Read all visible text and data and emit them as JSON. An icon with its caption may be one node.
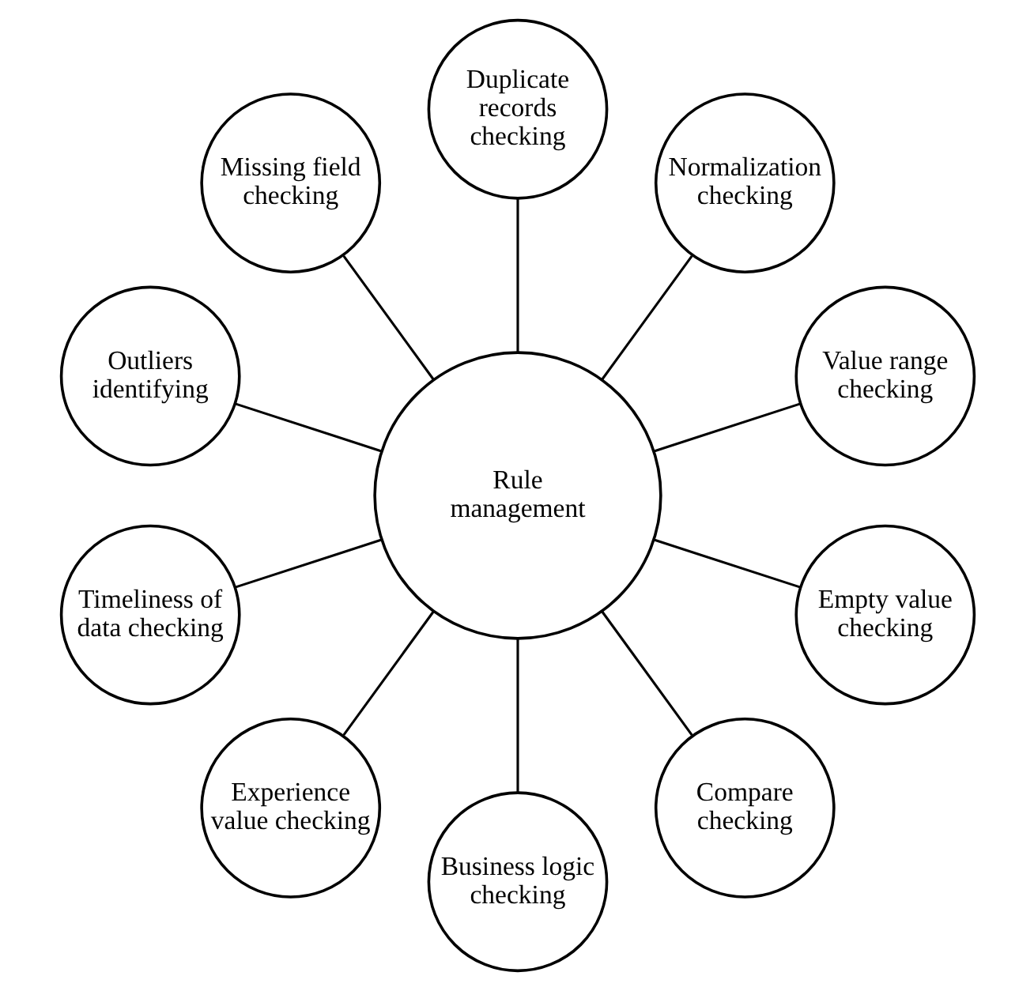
{
  "diagram": {
    "nodes": [
      {
        "text": [
          "Rule management"
        ]
      },
      {
        "text": [
          "Value range checking"
        ]
      },
      {
        "text": [
          "Normalization checking"
        ]
      },
      {
        "text": [
          "Duplicate records checking"
        ]
      },
      {
        "text": [
          "Missing field checking"
        ]
      },
      {
        "text": [
          "Outliers identifying"
        ]
      },
      {
        "text": [
          "Timeliness of data checking"
        ]
      },
      {
        "text": [
          "Experience value checking"
        ]
      },
      {
        "text": [
          "Business logic checking"
        ]
      },
      {
        "text": [
          "Compare checking"
        ]
      },
      {
        "text": [
          "Empty value checking"
        ]
      }
    ],
    "edges": [
      {
        "from": 0,
        "to": 1,
        "arrow": "none"
      },
      {
        "from": 0,
        "to": 2,
        "arrow": "none"
      },
      {
        "from": 0,
        "to": 3,
        "arrow": "none"
      },
      {
        "from": 0,
        "to": 4,
        "arrow": "none"
      },
      {
        "from": 0,
        "to": 5,
        "arrow": "none"
      },
      {
        "from": 0,
        "to": 6,
        "arrow": "none"
      },
      {
        "from": 0,
        "to": 7,
        "arrow": "none"
      },
      {
        "from": 0,
        "to": 8,
        "arrow": "none"
      },
      {
        "from": 0,
        "to": 9,
        "arrow": "none"
      },
      {
        "from": 0,
        "to": 10,
        "arrow": "none"
      }
    ]
  }
}
